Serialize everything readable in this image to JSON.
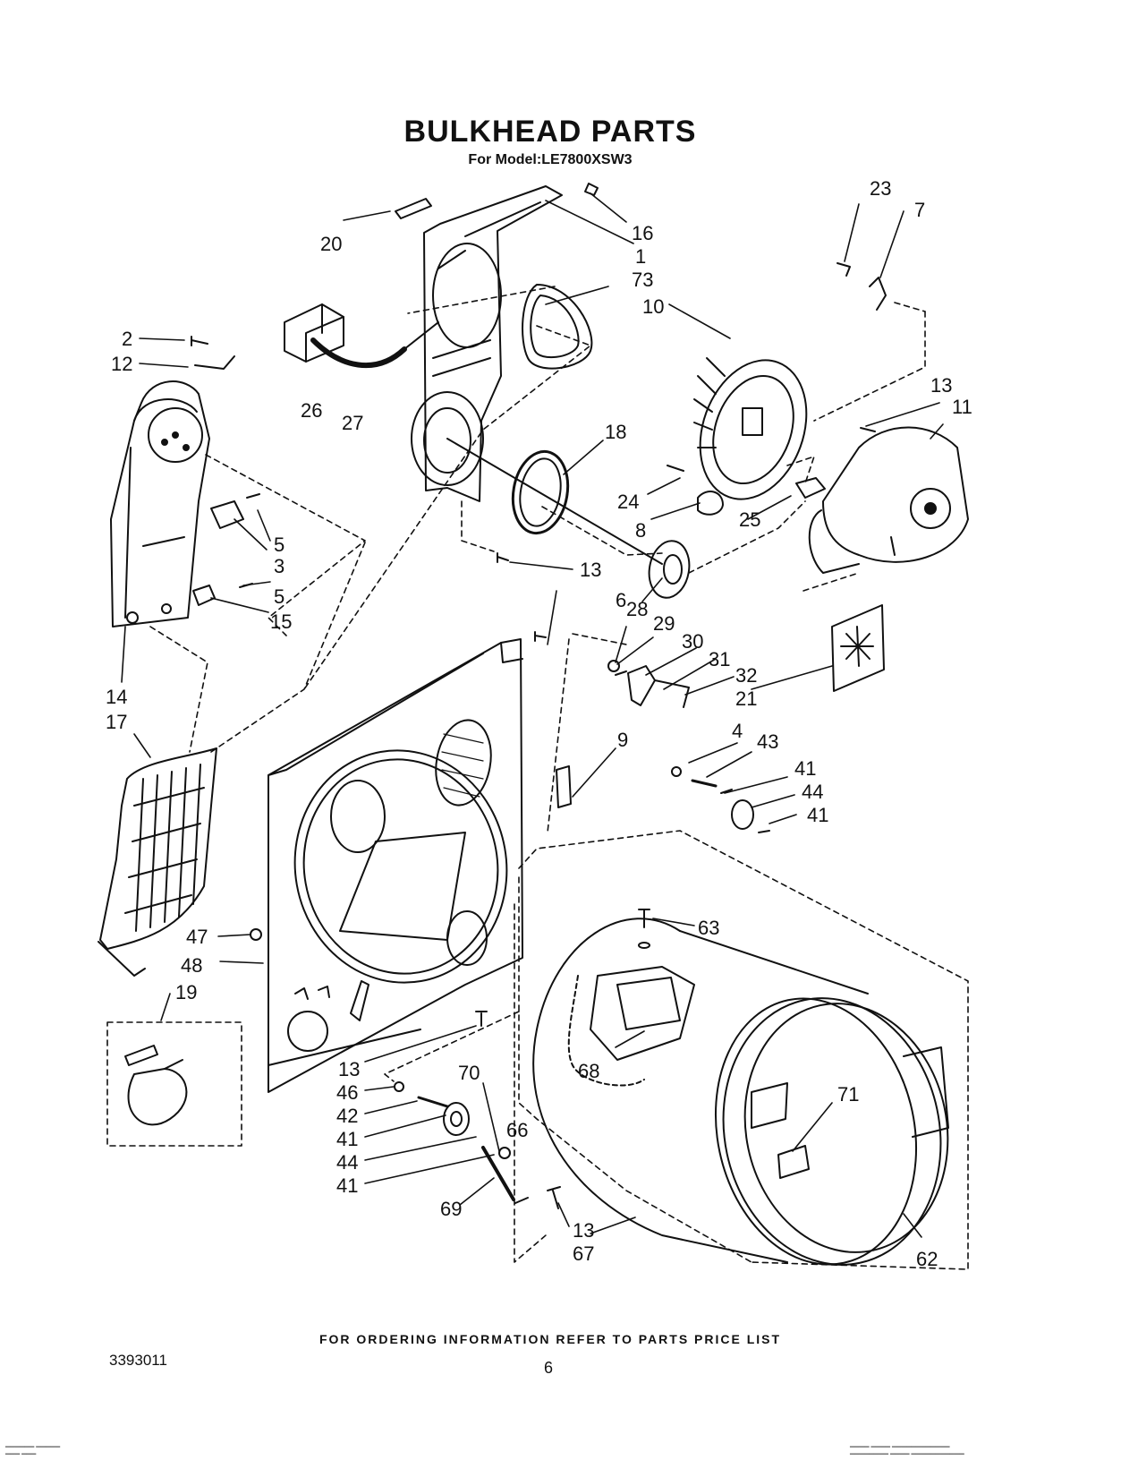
{
  "header": {
    "title": "BULKHEAD PARTS",
    "model": "For Model:LE7800XSW3"
  },
  "callouts": [
    "20",
    "16",
    "1",
    "73",
    "23",
    "7",
    "10",
    "2",
    "12",
    "26",
    "27",
    "13",
    "11",
    "18",
    "24",
    "8",
    "25",
    "5",
    "3",
    "5",
    "15",
    "13",
    "6",
    "14",
    "17",
    "28",
    "29",
    "30",
    "31",
    "32",
    "21",
    "9",
    "4",
    "43",
    "41",
    "44",
    "41",
    "63",
    "47",
    "48",
    "19",
    "68",
    "71",
    "13",
    "46",
    "42",
    "70",
    "41",
    "66",
    "44",
    "41",
    "69",
    "13",
    "67",
    "62"
  ],
  "footer": {
    "ordering_note": "FOR ORDERING INFORMATION REFER TO PARTS PRICE LIST",
    "doc_number": "3393011",
    "page_number": "6"
  }
}
